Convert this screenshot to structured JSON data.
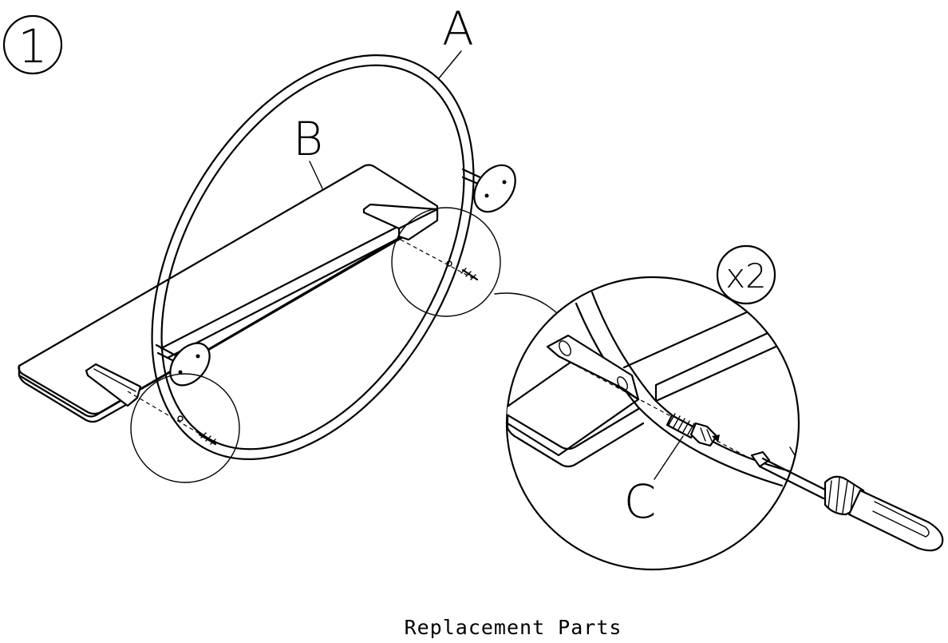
{
  "step": {
    "number": "1"
  },
  "quantity": {
    "label": "x2"
  },
  "parts": [
    {
      "letter": "A"
    },
    {
      "letter": "B"
    },
    {
      "letter": "C"
    }
  ],
  "caption": "Replacement Parts"
}
